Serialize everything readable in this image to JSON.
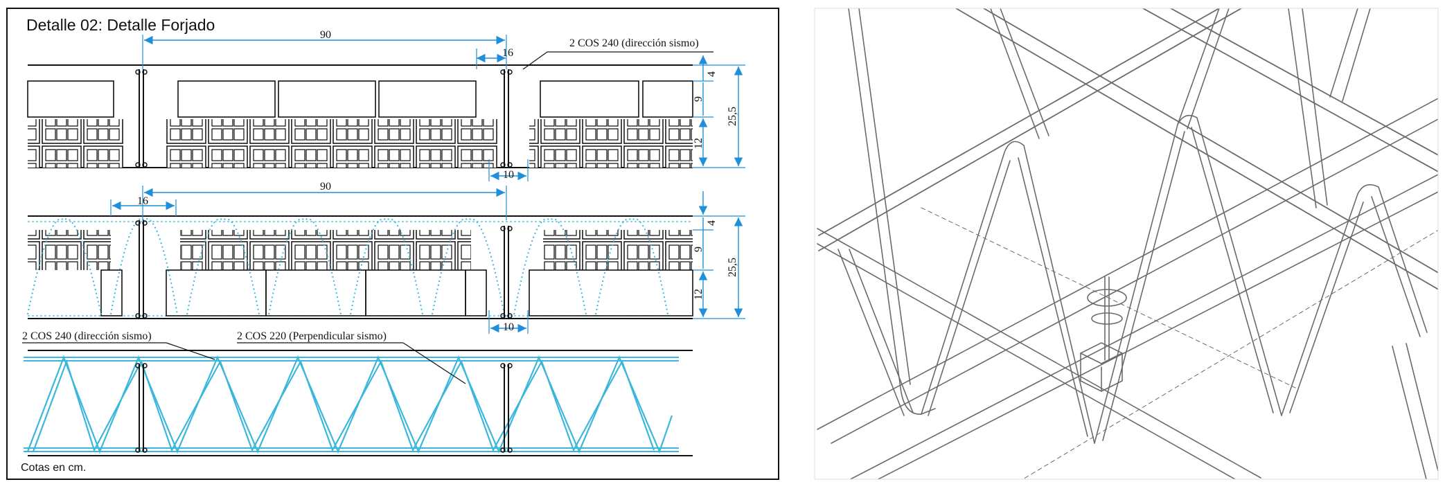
{
  "detail": {
    "title": "Detalle 02: Detalle Forjado",
    "note": "Cotas en cm."
  },
  "section_1": {
    "dim_interaxis": "90",
    "dim_rib": "16",
    "dim_bottom_rib": "10",
    "label_reinforcement": "2 COS 240 (dirección sismo)",
    "dim_topping": "4",
    "dim_block_upper": "9",
    "dim_block_lower": "12",
    "dim_total": "25,5"
  },
  "section_2": {
    "dim_interaxis": "90",
    "dim_rib": "16",
    "dim_bottom_rib": "10",
    "dim_topping": "4",
    "dim_block_upper": "9",
    "dim_block_lower": "12",
    "dim_total": "25,5"
  },
  "truss_elevation": {
    "label_seismic": "2 COS 240 (dirección sismo)",
    "label_perpendicular": "2 COS 220 (Perpendicular sismo)"
  },
  "colors": {
    "line": "#1a1a1a",
    "dimension": "#1e8fd8",
    "truss": "#3bb6dc",
    "model_line": "#6a6a6a"
  }
}
